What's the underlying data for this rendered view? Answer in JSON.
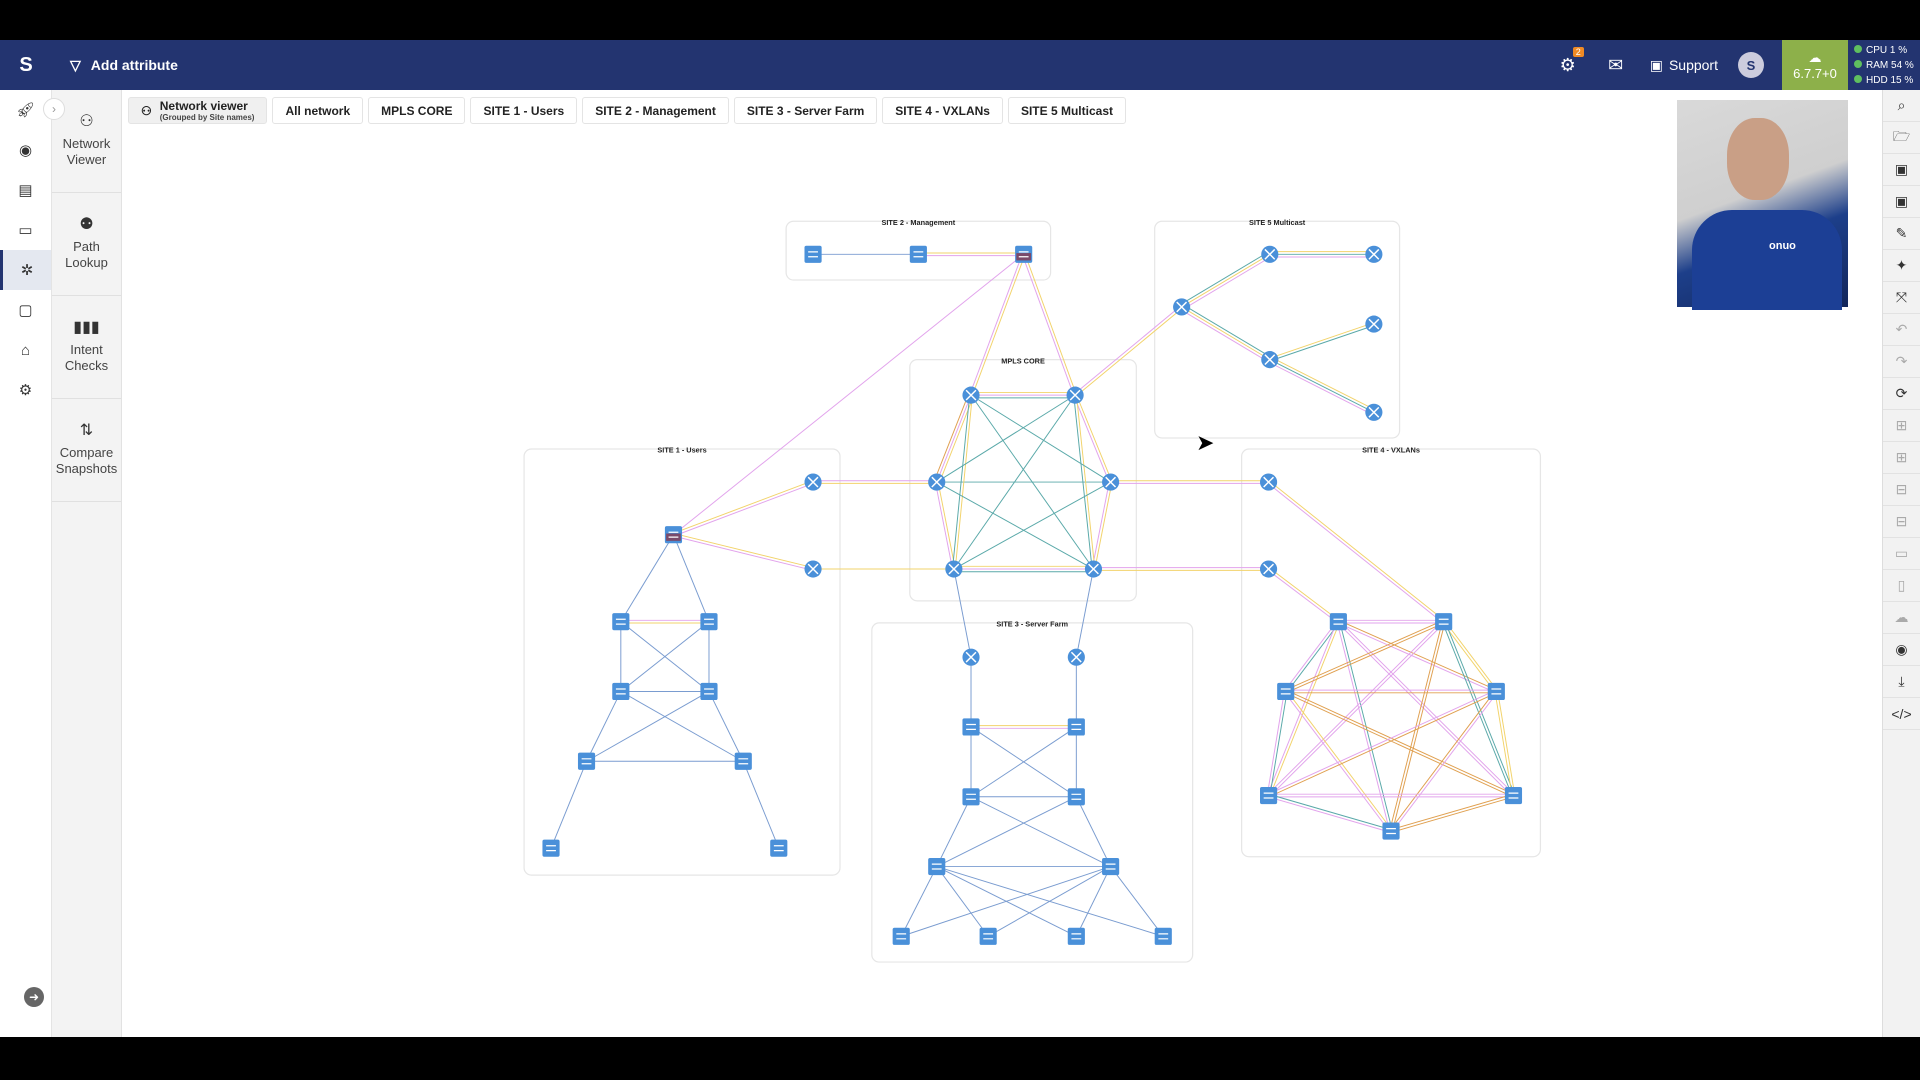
{
  "header": {
    "logo": "S",
    "add_attribute": "Add attribute",
    "notifications_count": "2",
    "support": "Support",
    "version": "6.7.7+0",
    "stats": [
      {
        "label": "CPU",
        "value": "1 %"
      },
      {
        "label": "RAM",
        "value": "54 %"
      },
      {
        "label": "HDD",
        "value": "15 %"
      }
    ]
  },
  "tools": [
    {
      "label": "Network Viewer",
      "icon": "network-icon"
    },
    {
      "label": "Path Lookup",
      "icon": "path-icon"
    },
    {
      "label": "Intent Checks",
      "icon": "bar-chart-icon"
    },
    {
      "label": "Compare Snapshots",
      "icon": "compare-icon"
    }
  ],
  "tabs": {
    "viewer_title": "Network viewer",
    "viewer_subtitle": "(Grouped by Site names)",
    "items": [
      "All network",
      "MPLS CORE",
      "SITE 1 - Users",
      "SITE 2 - Management",
      "SITE 3 - Server Farm",
      "SITE 4 - VXLANs",
      "SITE 5 Multicast"
    ]
  },
  "sites": {
    "mgmt": "SITE 2 - Management",
    "multicast": "SITE 5 Multicast",
    "core": "MPLS CORE",
    "users": "SITE 1 - Users",
    "vxlan": "SITE 4 - VXLANs",
    "server": "SITE 3 - Server Farm"
  },
  "webcam_text": "onuo",
  "colors": {
    "header": "#233470",
    "version": "#8db04a",
    "node": "#4a90d9",
    "ospf": "#f2d36b",
    "rib": "#e2a3ec",
    "mesh": "#5aa9a9",
    "l2": "#7a9cd0"
  }
}
